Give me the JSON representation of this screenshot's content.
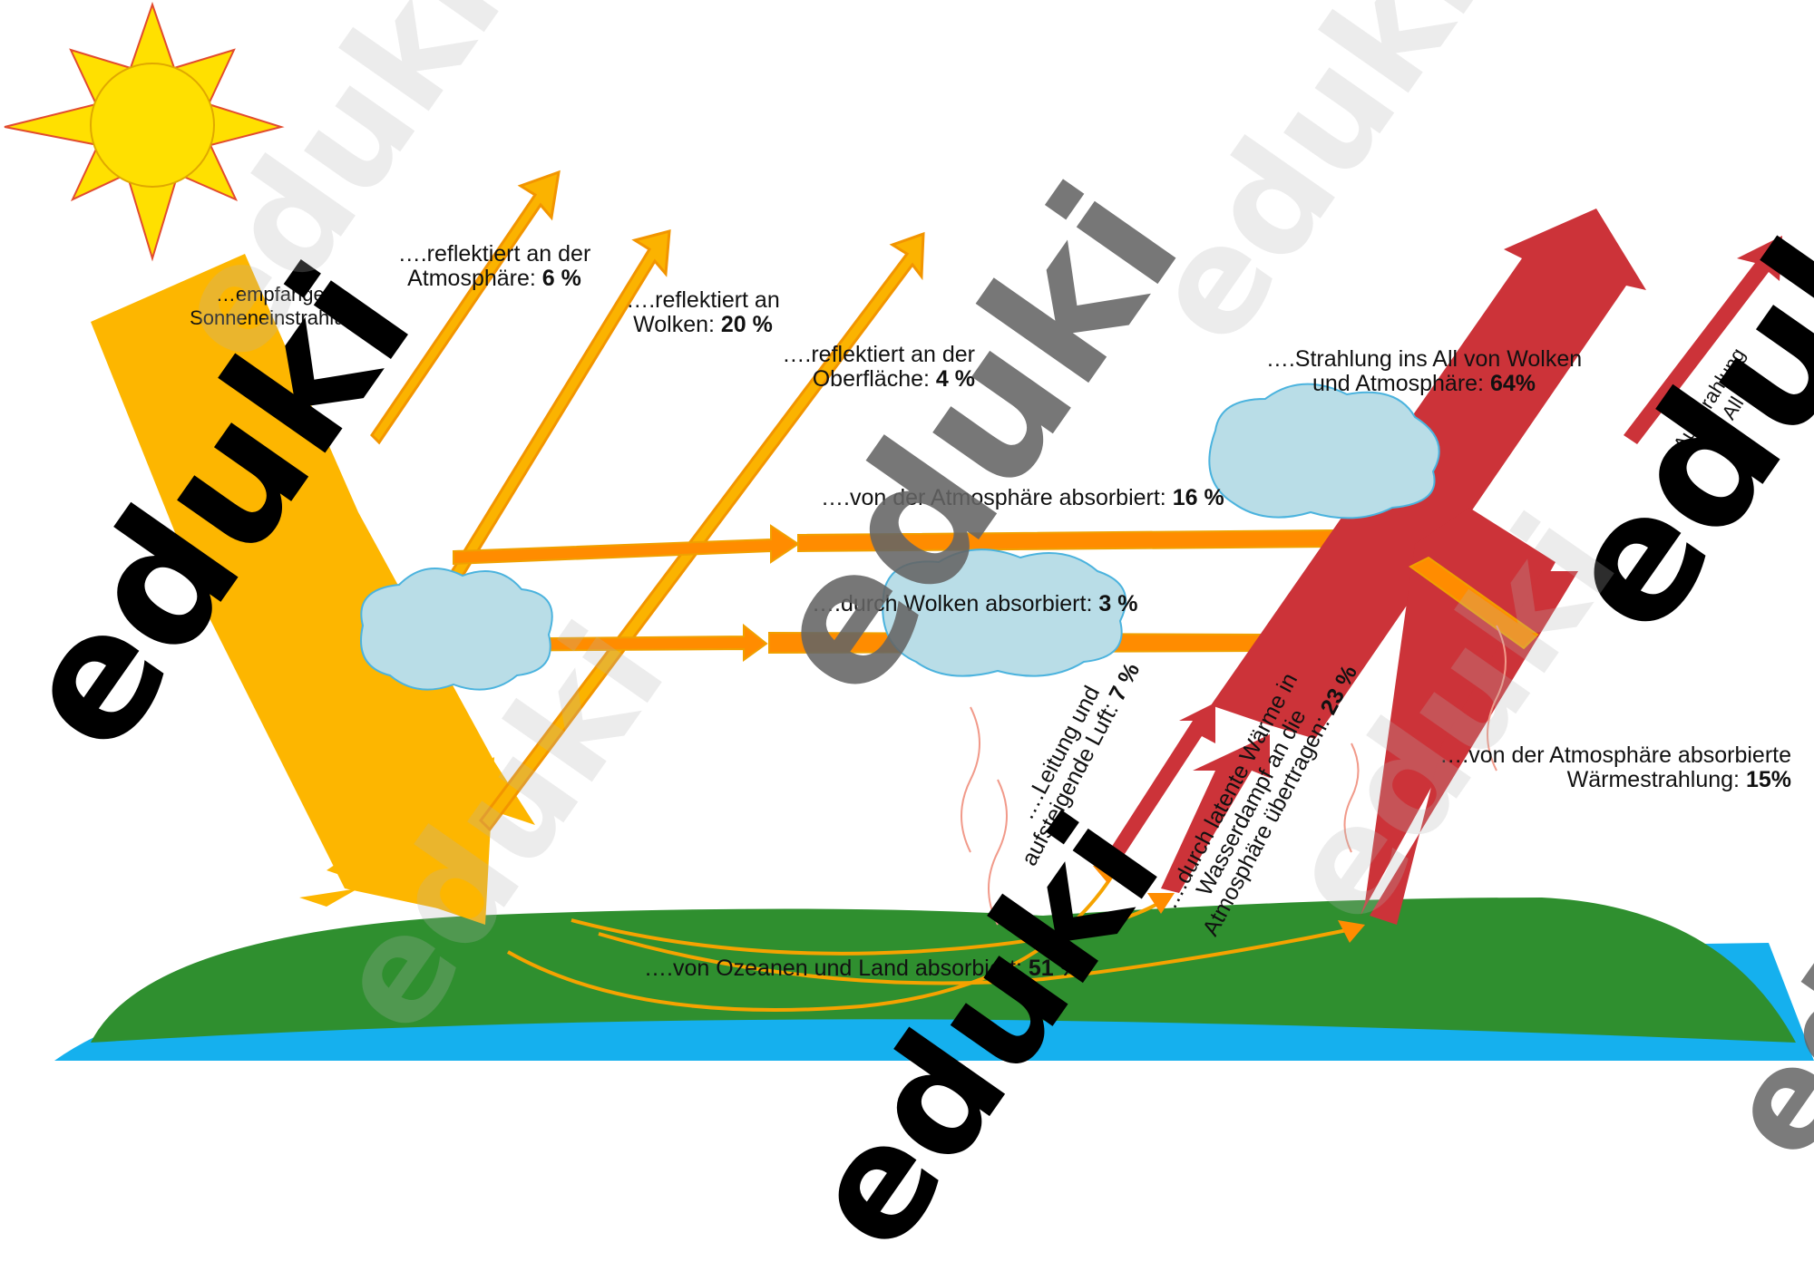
{
  "labels": {
    "reflected_atmosphere": {
      "text": "….reflektiert an der",
      "text2": "Atmosphäre: ",
      "value": "6 %"
    },
    "reflected_clouds": {
      "text": "….reflektiert an",
      "text2": "Wolken: ",
      "value": "20 %"
    },
    "reflected_surface": {
      "text": "….reflektiert an der",
      "text2": "Oberfläche: ",
      "value": "4 %"
    },
    "received_radiation": {
      "text": "…empfangene",
      "text2": "Sonneneinstrahlung:"
    },
    "absorbed_atmosphere": {
      "text": "….von der Atmosphäre absorbiert: ",
      "value": "16 %"
    },
    "absorbed_clouds": {
      "text": "….durch Wolken absorbiert: ",
      "value": "3 %"
    },
    "absorbed_surface": {
      "text": "….von Ozeanen und Land absorbiert: ",
      "value": "51 %"
    },
    "space_emission": {
      "text": "….Strahlung ins All von Wolken",
      "text2": "und Atmosphäre: ",
      "value": "64%"
    },
    "conduction": {
      "text": "….Leitung und",
      "text2": "aufsteigende Luft: ",
      "value": "7 %"
    },
    "latent_heat": {
      "text": "….durch latente Wärme in",
      "text2": "Wasserdampf an die",
      "text3": "Atmosphäre übertragen: ",
      "value": "23 %"
    },
    "absorbed_heat_radiation": {
      "text": "….von der Atmosphäre absorbierte",
      "text2": "Wärmestrahlung: ",
      "value": "15%"
    },
    "surface_to_space": {
      "text": "…Ausstrahlung",
      "text2": "ins All"
    }
  },
  "watermark": {
    "text": "eduki"
  },
  "colors": {
    "solar": "#fdb600",
    "solar_edge": "#f5a300",
    "reflected": "#fbb300",
    "absorbed": "#ff8c00",
    "heat": "#cc3339",
    "land": "#2f8f2f",
    "ocean": "#15b0ee",
    "cloud_fill": "#b9dde7",
    "cloud_edge": "#4bb3de",
    "sun": "#ffe000"
  },
  "icons": {
    "sun": "sun-icon",
    "cloud": "cloud-icon"
  }
}
